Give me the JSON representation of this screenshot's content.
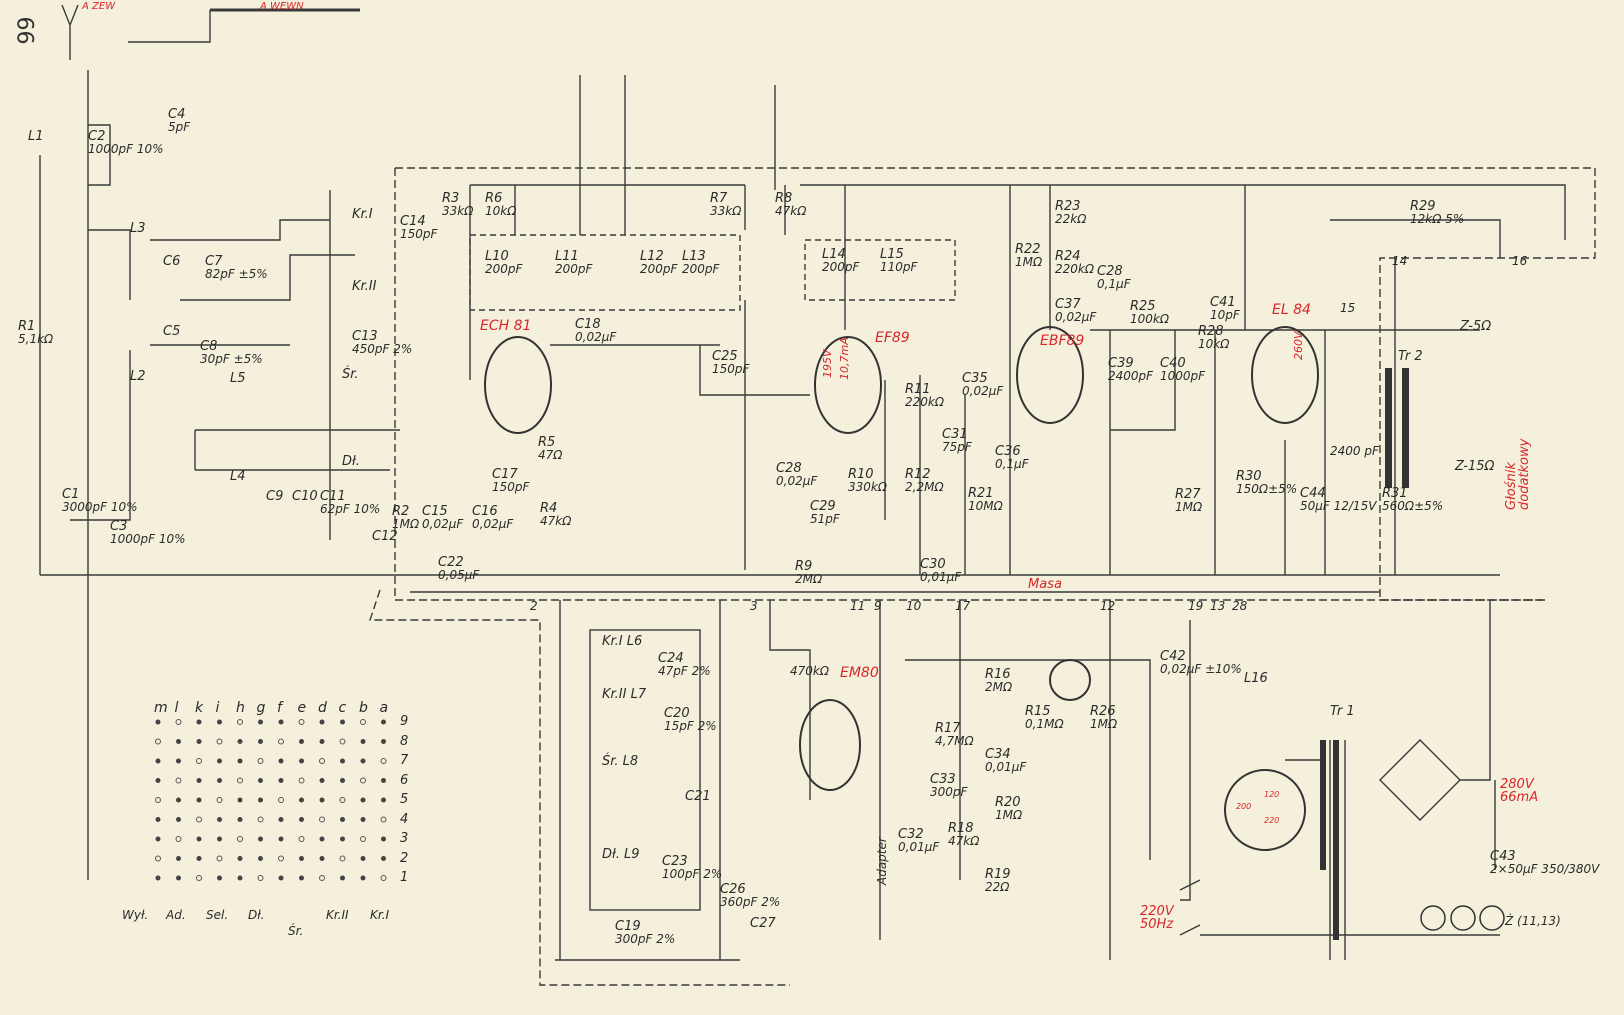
{
  "page_number": "66",
  "antenna_labels": [
    "A ZEW",
    "A WEWN"
  ],
  "tubes": [
    {
      "name": "ECH 81"
    },
    {
      "name": "EF89",
      "voltage": "195V",
      "current": "10,7mA"
    },
    {
      "name": "EBF89"
    },
    {
      "name": "EL 84",
      "voltage": "260V"
    },
    {
      "name": "EM80"
    }
  ],
  "components": [
    {
      "ref": "L1",
      "value": ""
    },
    {
      "ref": "C2",
      "value": "1000pF 10%"
    },
    {
      "ref": "C4",
      "value": "5pF"
    },
    {
      "ref": "R1",
      "value": "5,1kΩ"
    },
    {
      "ref": "L3",
      "value": ""
    },
    {
      "ref": "C6",
      "value": ""
    },
    {
      "ref": "C7",
      "value": "82pF ±5%"
    },
    {
      "ref": "L2",
      "value": ""
    },
    {
      "ref": "C5",
      "value": ""
    },
    {
      "ref": "C8",
      "value": "30pF ±5%"
    },
    {
      "ref": "L5",
      "value": ""
    },
    {
      "ref": "L4",
      "value": ""
    },
    {
      "ref": "C1",
      "value": "3000pF 10%"
    },
    {
      "ref": "C3",
      "value": "1000pF 10%"
    },
    {
      "ref": "C9",
      "value": ""
    },
    {
      "ref": "C10",
      "value": ""
    },
    {
      "ref": "C11",
      "value": "62pF 10%"
    },
    {
      "ref": "C12",
      "value": ""
    },
    {
      "ref": "C14",
      "value": "150pF"
    },
    {
      "ref": "C13",
      "value": "450pF 2%"
    },
    {
      "ref": "R3",
      "value": "33kΩ"
    },
    {
      "ref": "R6",
      "value": "10kΩ"
    },
    {
      "ref": "L10",
      "value": "200pF"
    },
    {
      "ref": "L11",
      "value": "200pF"
    },
    {
      "ref": "C18",
      "value": "0,02μF"
    },
    {
      "ref": "L12",
      "value": "200pF"
    },
    {
      "ref": "L13",
      "value": "200pF"
    },
    {
      "ref": "R7",
      "value": "33kΩ"
    },
    {
      "ref": "R8",
      "value": "47kΩ"
    },
    {
      "ref": "C25",
      "value": "150pF"
    },
    {
      "ref": "R5",
      "value": "47Ω"
    },
    {
      "ref": "C17",
      "value": "150pF"
    },
    {
      "ref": "R4",
      "value": "47kΩ"
    },
    {
      "ref": "R2",
      "value": "1MΩ"
    },
    {
      "ref": "C15",
      "value": "0,02μF"
    },
    {
      "ref": "C16",
      "value": "0,02μF"
    },
    {
      "ref": "C22",
      "value": "0,05μF"
    },
    {
      "ref": "L14",
      "value": "200pF"
    },
    {
      "ref": "L15",
      "value": "110pF"
    },
    {
      "ref": "C28",
      "value": "0,02μF"
    },
    {
      "ref": "C29",
      "value": "51pF"
    },
    {
      "ref": "R10",
      "value": "330kΩ"
    },
    {
      "ref": "R9",
      "value": "2MΩ"
    },
    {
      "ref": "R11",
      "value": "220kΩ"
    },
    {
      "ref": "C31",
      "value": "75pF"
    },
    {
      "ref": "R12",
      "value": "2,2MΩ"
    },
    {
      "ref": "C30",
      "value": "0,01μF"
    },
    {
      "ref": "C35",
      "value": "0,02μF"
    },
    {
      "ref": "C36",
      "value": "0,1μF"
    },
    {
      "ref": "R21",
      "value": "10MΩ"
    },
    {
      "ref": "R22",
      "value": "1MΩ"
    },
    {
      "ref": "R23",
      "value": "22kΩ"
    },
    {
      "ref": "R24",
      "value": "220kΩ"
    },
    {
      "ref": "C28",
      "value": "0,1μF"
    },
    {
      "ref": "C37",
      "value": "0,02μF"
    },
    {
      "ref": "R25",
      "value": "100kΩ"
    },
    {
      "ref": "C39",
      "value": "2400pF"
    },
    {
      "ref": "C40",
      "value": "1000pF"
    },
    {
      "ref": "C41",
      "value": "10pF"
    },
    {
      "ref": "R28",
      "value": "10kΩ"
    },
    {
      "ref": "R27",
      "value": "1MΩ"
    },
    {
      "ref": "R30",
      "value": "150Ω±5%"
    },
    {
      "ref": "C44",
      "value": "50μF 12/15V"
    },
    {
      "ref": "R29",
      "value": "12kΩ 5%"
    },
    {
      "ref": "",
      "value": "2400 pF"
    },
    {
      "ref": "R31",
      "value": "560Ω±5%"
    },
    {
      "ref": "Tr 2",
      "value": ""
    },
    {
      "ref": "",
      "value": "470kΩ"
    },
    {
      "ref": "R16",
      "value": "2MΩ"
    },
    {
      "ref": "R17",
      "value": "4,7MΩ"
    },
    {
      "ref": "C34",
      "value": "0,01μF"
    },
    {
      "ref": "C33",
      "value": "300pF"
    },
    {
      "ref": "R20",
      "value": "1MΩ"
    },
    {
      "ref": "R18",
      "value": "47kΩ"
    },
    {
      "ref": "C32",
      "value": "0,01μF"
    },
    {
      "ref": "R19",
      "value": "22Ω"
    },
    {
      "ref": "R15",
      "value": "0,1MΩ"
    },
    {
      "ref": "R26",
      "value": "1MΩ"
    },
    {
      "ref": "Kr.I L6",
      "value": ""
    },
    {
      "ref": "C24",
      "value": "47pF 2%"
    },
    {
      "ref": "Kr.II L7",
      "value": ""
    },
    {
      "ref": "C20",
      "value": "15pF 2%"
    },
    {
      "ref": "Śr. L8",
      "value": ""
    },
    {
      "ref": "C21",
      "value": ""
    },
    {
      "ref": "Dł. L9",
      "value": ""
    },
    {
      "ref": "C23",
      "value": "100pF 2%"
    },
    {
      "ref": "C19",
      "value": "300pF 2%"
    },
    {
      "ref": "C26",
      "value": "360pF 2%"
    },
    {
      "ref": "C27",
      "value": ""
    },
    {
      "ref": "C42",
      "value": "0,02μF ±10%"
    },
    {
      "ref": "L16",
      "value": ""
    },
    {
      "ref": "Tr 1",
      "value": ""
    },
    {
      "ref": "C43",
      "value": "2×50μF 350/380V"
    },
    {
      "ref": "Z-5Ω",
      "value": ""
    },
    {
      "ref": "Z-15Ω",
      "value": ""
    },
    {
      "ref": "Kr.I",
      "value": ""
    },
    {
      "ref": "Kr.II",
      "value": ""
    },
    {
      "ref": "Śr.",
      "value": ""
    },
    {
      "ref": "Dł.",
      "value": ""
    }
  ],
  "red_notes": {
    "ground": "Masa",
    "mains": "220V 50Hz",
    "rectifier": "280V 66mA",
    "extra_speaker": "Głośnik dodatkowy",
    "selector_taps": [
      "200",
      "120",
      "220"
    ]
  },
  "misc": {
    "adapter": "Adapter",
    "lamps": "Ż (11,13)"
  },
  "terminals": [
    "2",
    "3",
    "11",
    "9",
    "10",
    "17",
    "12",
    "19",
    "13",
    "28",
    "14",
    "15",
    "16"
  ],
  "switch_grid": {
    "columns": [
      "m",
      "l",
      "k",
      "i",
      "h",
      "g",
      "f",
      "e",
      "d",
      "c",
      "b",
      "a"
    ],
    "rows": [
      "9",
      "8",
      "7",
      "6",
      "5",
      "4",
      "3",
      "2",
      "1"
    ],
    "footer": [
      "Wył.",
      "Ad.",
      "Sel.",
      "Dł.",
      "Śr.",
      "Kr.II",
      "Kr.I"
    ]
  }
}
